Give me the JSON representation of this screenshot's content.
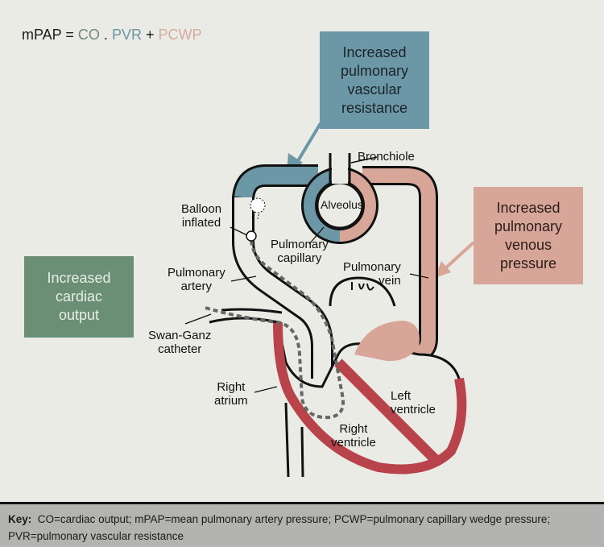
{
  "formula": {
    "lhs": "mPAP",
    "equals": "=",
    "co": "CO",
    "dot": ".",
    "pvr": "PVR",
    "plus": "+",
    "pcwp": "PCWP"
  },
  "boxes": {
    "pvr": "Increased\npulmonary\nvascular\nresistance",
    "pvp": "Increased\npulmonary\nvenous\npressure",
    "co": "Increased\ncardiac\noutput"
  },
  "labels": {
    "bronchiole": "Bronchiole",
    "alveolus": "Alveolus",
    "balloon": "Balloon\ninflated",
    "pulmonary_capillary": "Pulmonary\ncapillary",
    "pulmonary_artery": "Pulmonary\nartery",
    "pulmonary_vein": "Pulmonary\nvein",
    "swan_ganz": "Swan-Ganz\ncatheter",
    "right_atrium": "Right\natrium",
    "left_ventricle": "Left\nventricle",
    "right_ventricle": "Right\nventricle"
  },
  "colors": {
    "background": "#ebebe6",
    "pvr_blue": "#6b97a6",
    "venous_pink": "#d8a699",
    "co_green": "#6b8f74",
    "myocardium_red": "#b8434a",
    "key_bg": "#b3b3b1"
  },
  "key": {
    "title": "Key:",
    "text": "CO=cardiac output; mPAP=mean pulmonary artery pressure; PCWP=pulmonary capillary wedge pressure; PVR=pulmonary vascular resistance"
  }
}
